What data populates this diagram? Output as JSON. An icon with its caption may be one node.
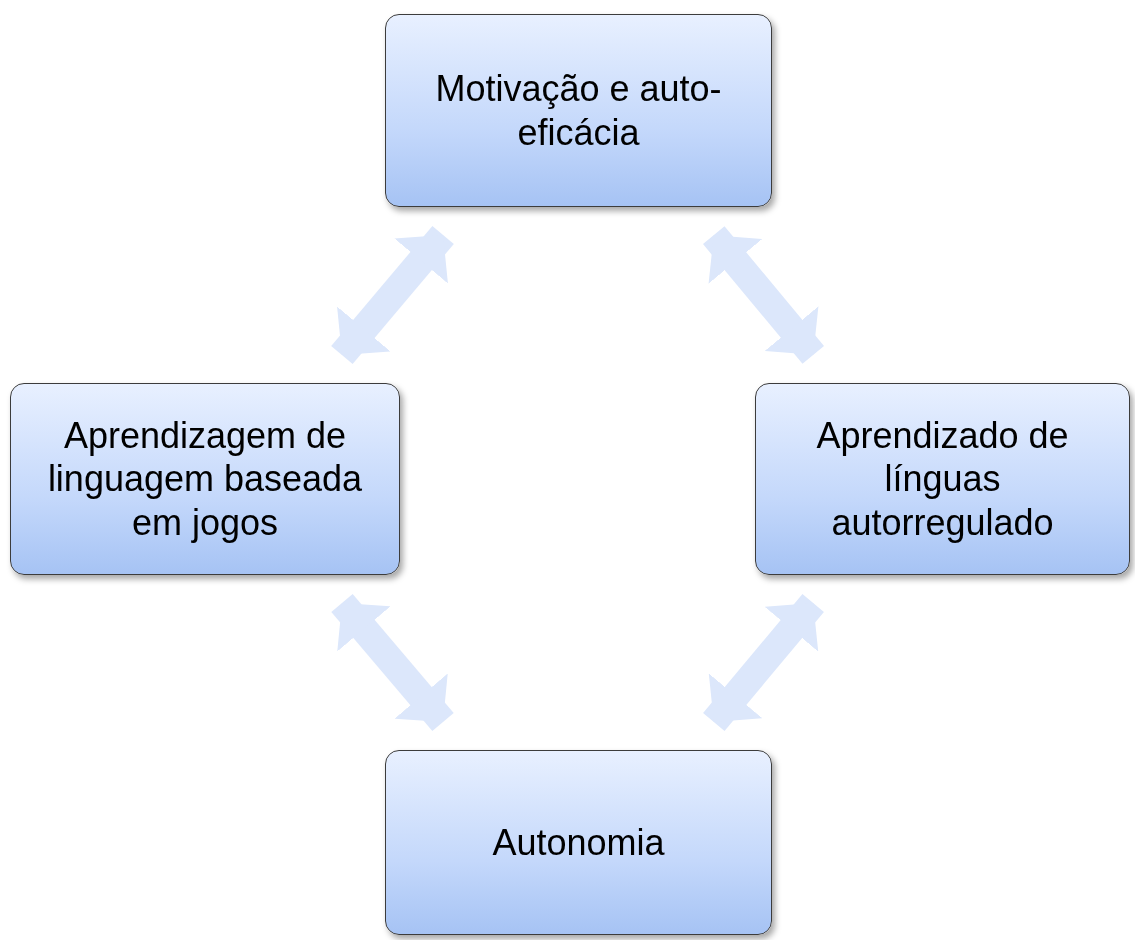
{
  "diagram": {
    "nodes": [
      {
        "text": [
          "Motivação e auto-eficácia"
        ]
      },
      {
        "text": [
          "Aprendizagem de linguagem baseada em jogos"
        ]
      },
      {
        "text": [
          "Aprendizado de línguas autorregulado"
        ]
      },
      {
        "text": [
          "Autonomia"
        ]
      }
    ],
    "edges": [
      {
        "from": 0,
        "to": 1,
        "arrow": "both"
      },
      {
        "from": 0,
        "to": 2,
        "arrow": "both"
      },
      {
        "from": 1,
        "to": 3,
        "arrow": "both"
      },
      {
        "from": 2,
        "to": 3,
        "arrow": "both"
      }
    ]
  }
}
